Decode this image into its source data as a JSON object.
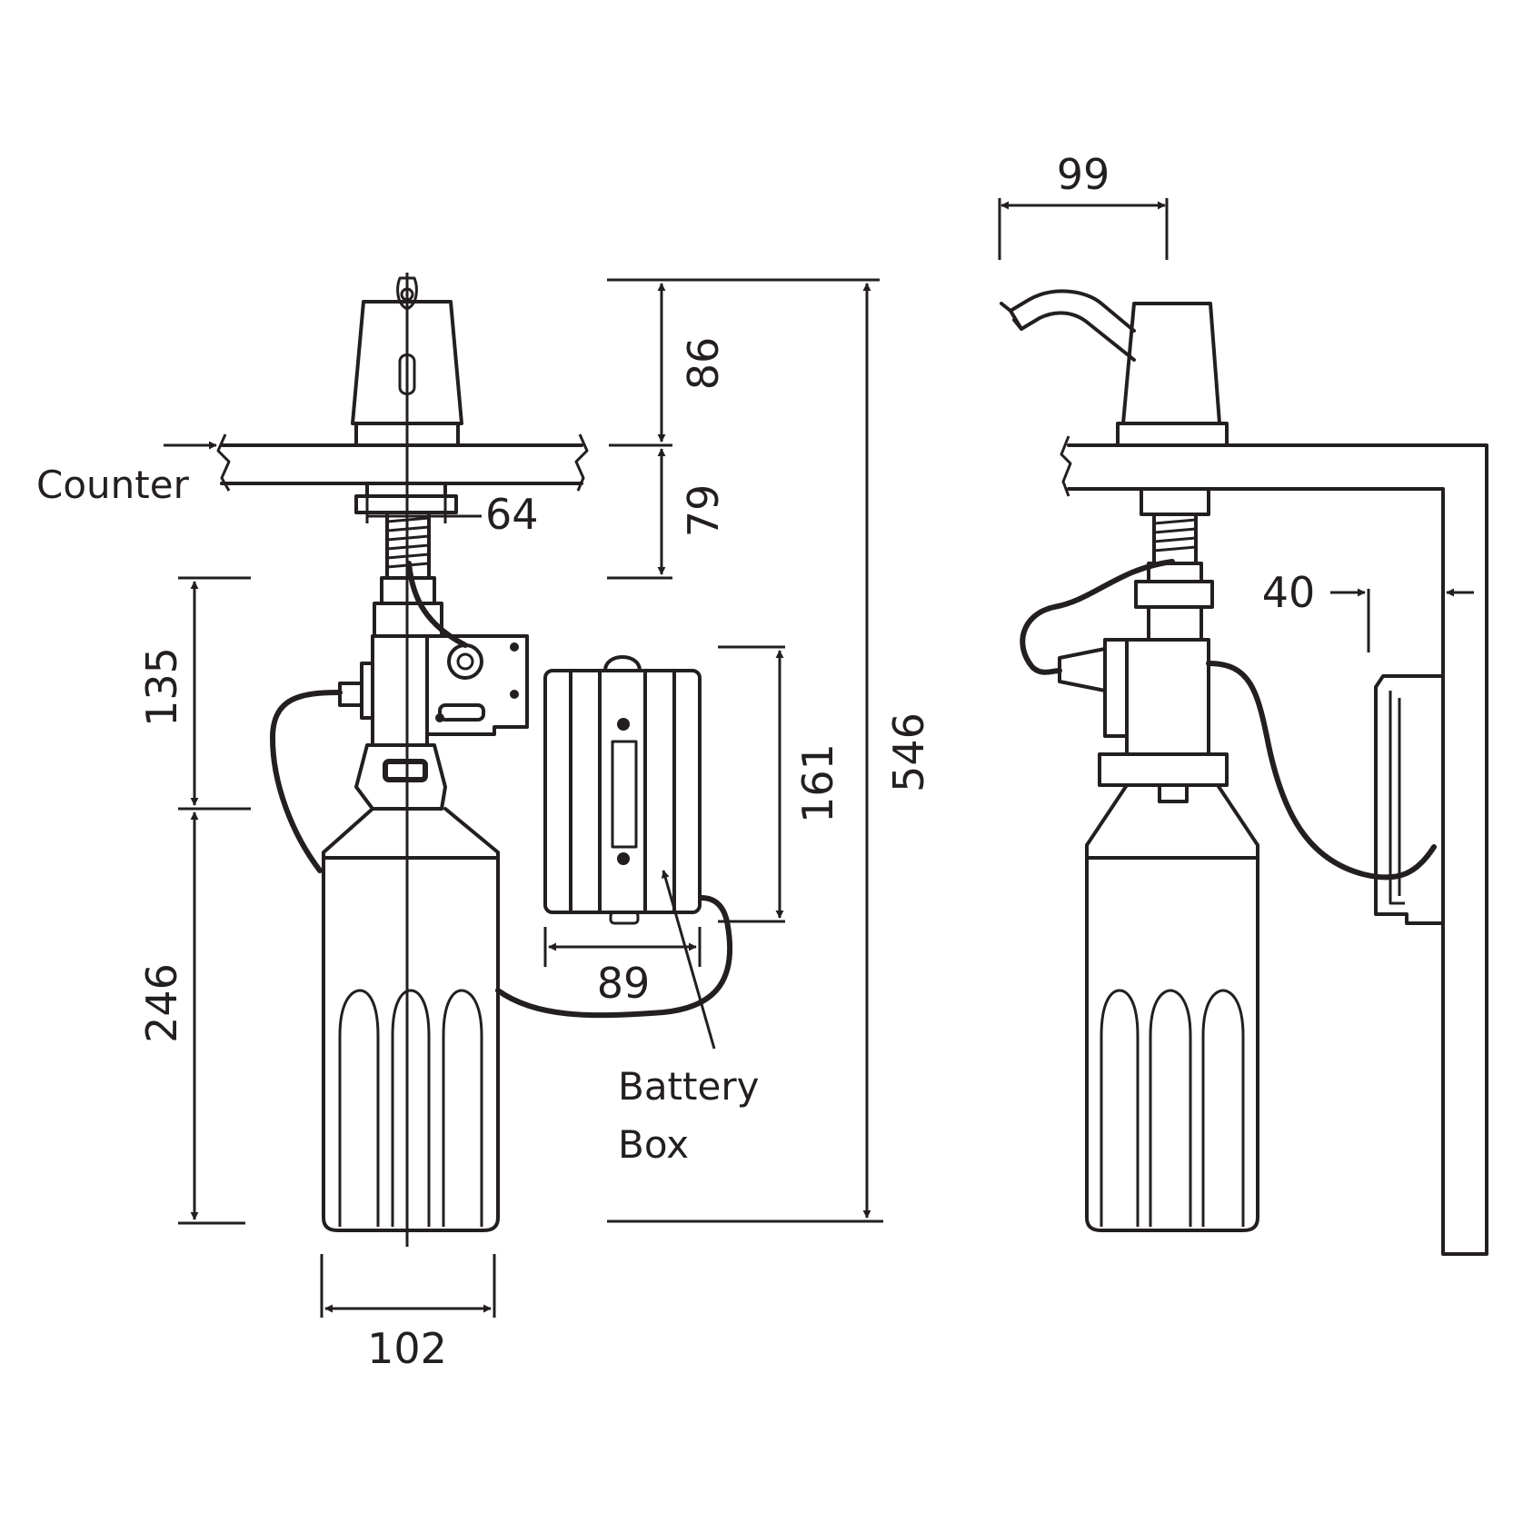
{
  "labels": {
    "counter": "Counter",
    "battery_line1": "Battery",
    "battery_line2": "Box"
  },
  "dimensions": {
    "spout_reach": "99",
    "head_height": "86",
    "counter_to_fitting": "79",
    "shank_diameter": "64",
    "valve_height": "135",
    "bottle_height": "246",
    "battery_box_height": "161",
    "battery_box_width": "89",
    "bottle_width": "102",
    "overall_height": "546",
    "battery_wall_offset": "40"
  },
  "colors": {
    "line": "#231f20",
    "background": "#ffffff"
  }
}
